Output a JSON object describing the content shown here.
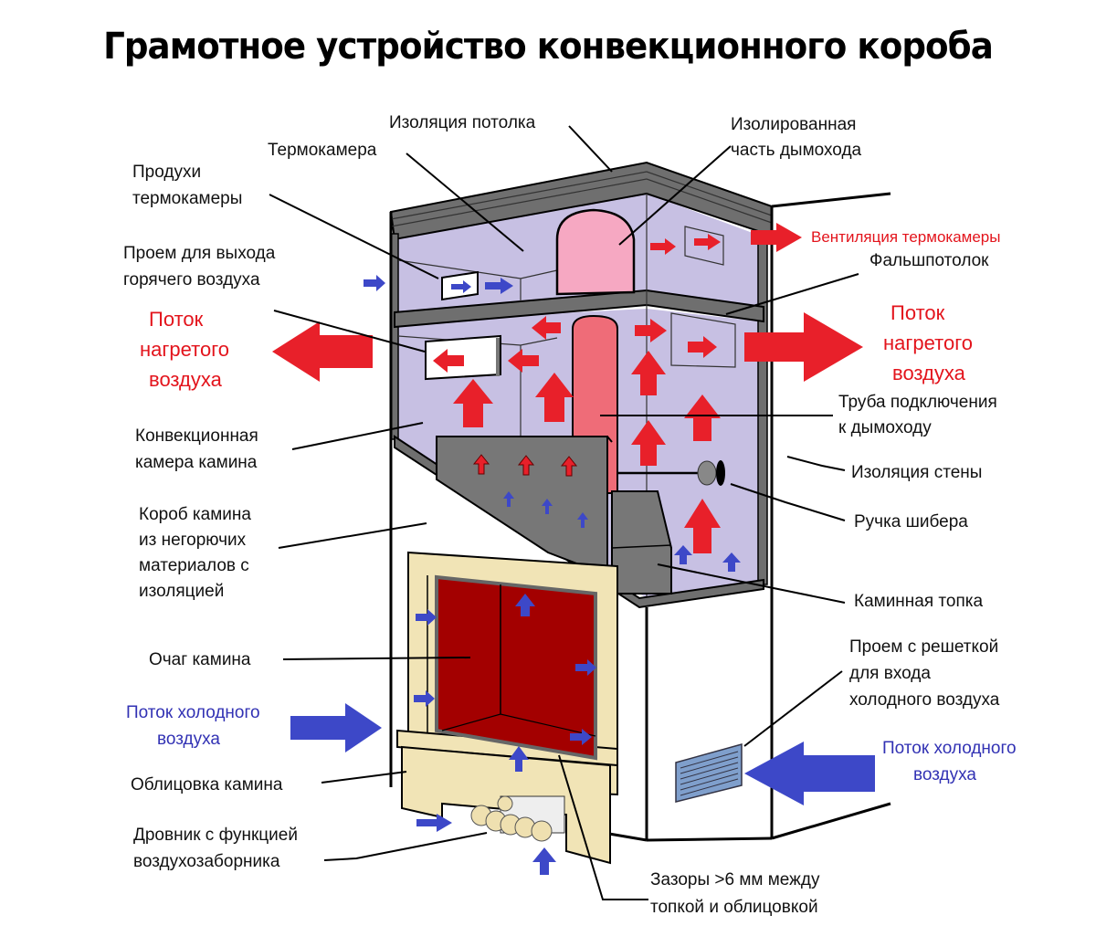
{
  "title": "Грамотное устройство конвекционного короба",
  "colors": {
    "hot_air": "#e8202a",
    "cold_air": "#3d48c8",
    "chamber": "#c7c0e3",
    "chimney_upper": "#f6a8c2",
    "chimney_lower": "#ef6c78",
    "firebox": "#a30000",
    "facing": "#f1e4b6",
    "insulation": "#6f6f6f",
    "grille": "#7f9fcc"
  },
  "labels": {
    "ceiling_insulation": "Изоляция потолка",
    "thermochamber": "Термокамера",
    "insulated_chimney": [
      "Изолированная",
      "часть дымохода"
    ],
    "thermochamber_vents": [
      "Продухи",
      "термокамеры"
    ],
    "hot_air_outlet": [
      "Проем для выхода",
      "горячего воздуха"
    ],
    "thermochamber_ventilation": "Вентиляция термокамеры",
    "false_ceiling": "Фальшпотолок",
    "hot_air_flow_left": [
      "Поток",
      "нагретого",
      "воздуха"
    ],
    "hot_air_flow_right": [
      "Поток",
      "нагретого",
      "воздуха"
    ],
    "convection_chamber": [
      "Конвекционная",
      "камера камина"
    ],
    "chimney_connection_pipe": [
      "Труба подключения",
      "к дымоходу"
    ],
    "wall_insulation": "Изоляция стены",
    "damper_handle": "Ручка шибера",
    "fireplace_box": [
      "Короб камина",
      "из негорючих",
      "материалов с",
      "изоляцией"
    ],
    "firebox_insert": "Каминная топка",
    "hearth": "Очаг камина",
    "grille_opening": [
      "Проем с решеткой",
      "для входа",
      "холодного воздуха"
    ],
    "cold_air_flow_left": [
      "Поток холодного",
      "воздуха"
    ],
    "cold_air_flow_right": [
      "Поток холодного",
      "воздуха"
    ],
    "facing": "Облицовка камина",
    "woodpile": [
      "Дровник с функцией",
      "воздухозаборника"
    ],
    "gaps": [
      "Зазоры >6 мм между",
      "топкой и облицовкой"
    ]
  }
}
